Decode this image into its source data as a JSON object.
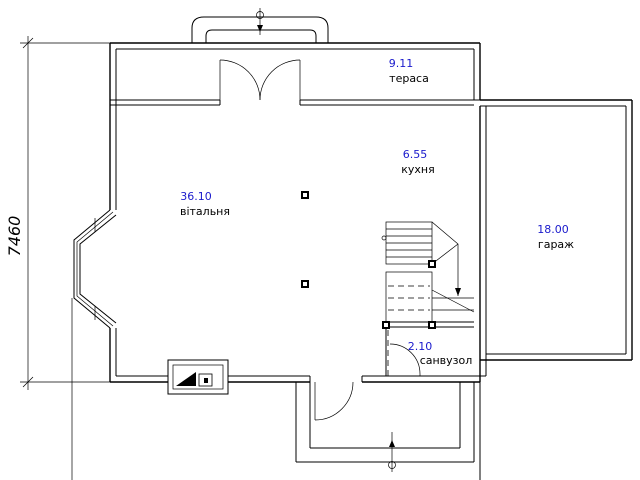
{
  "plan": {
    "dimension_label": "7460",
    "rooms": {
      "terrace": {
        "area": "9.11",
        "name": "тераса"
      },
      "kitchen": {
        "area": "6.55",
        "name": "кухня"
      },
      "living": {
        "area": "36.10",
        "name": "вітальня"
      },
      "garage": {
        "area": "18.00",
        "name": "гараж"
      },
      "bathroom": {
        "area": "2.10",
        "name": "санвузол"
      }
    }
  }
}
